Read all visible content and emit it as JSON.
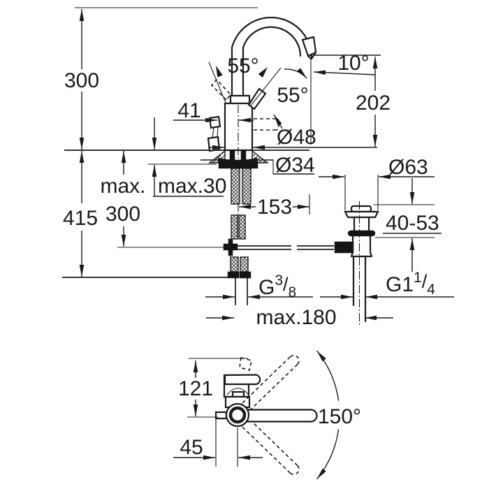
{
  "colors": {
    "line": "#1a1a1a",
    "background": "#ffffff"
  },
  "dimensions": {
    "front": {
      "height_above_deck": "300",
      "depth_below_deck": "415",
      "hose_max_prefix": "max.",
      "hose_max_value": "300",
      "counter_max_thickness": "max.30",
      "handle_offset": "41",
      "handle_swing_angle": "55°",
      "lever_angle": "55°",
      "spout_tilt_angle": "10°",
      "spout_height": "202",
      "body_diameter": "Ø48",
      "shank_diameter": "Ø34",
      "rod_length": "153",
      "waste_flange_diameter": "Ø63",
      "basin_clamp_range": "40-53",
      "supply_thread": {
        "prefix": "G",
        "numerator": "3",
        "slash": "/",
        "denominator": "8"
      },
      "waste_thread": {
        "prefix": "G1",
        "numerator": "1",
        "slash": "/",
        "denominator": "4"
      },
      "max_spacing": "max.180"
    },
    "plan": {
      "body_height": "121",
      "swivel_range": "150°",
      "spout_offset": "45"
    }
  }
}
